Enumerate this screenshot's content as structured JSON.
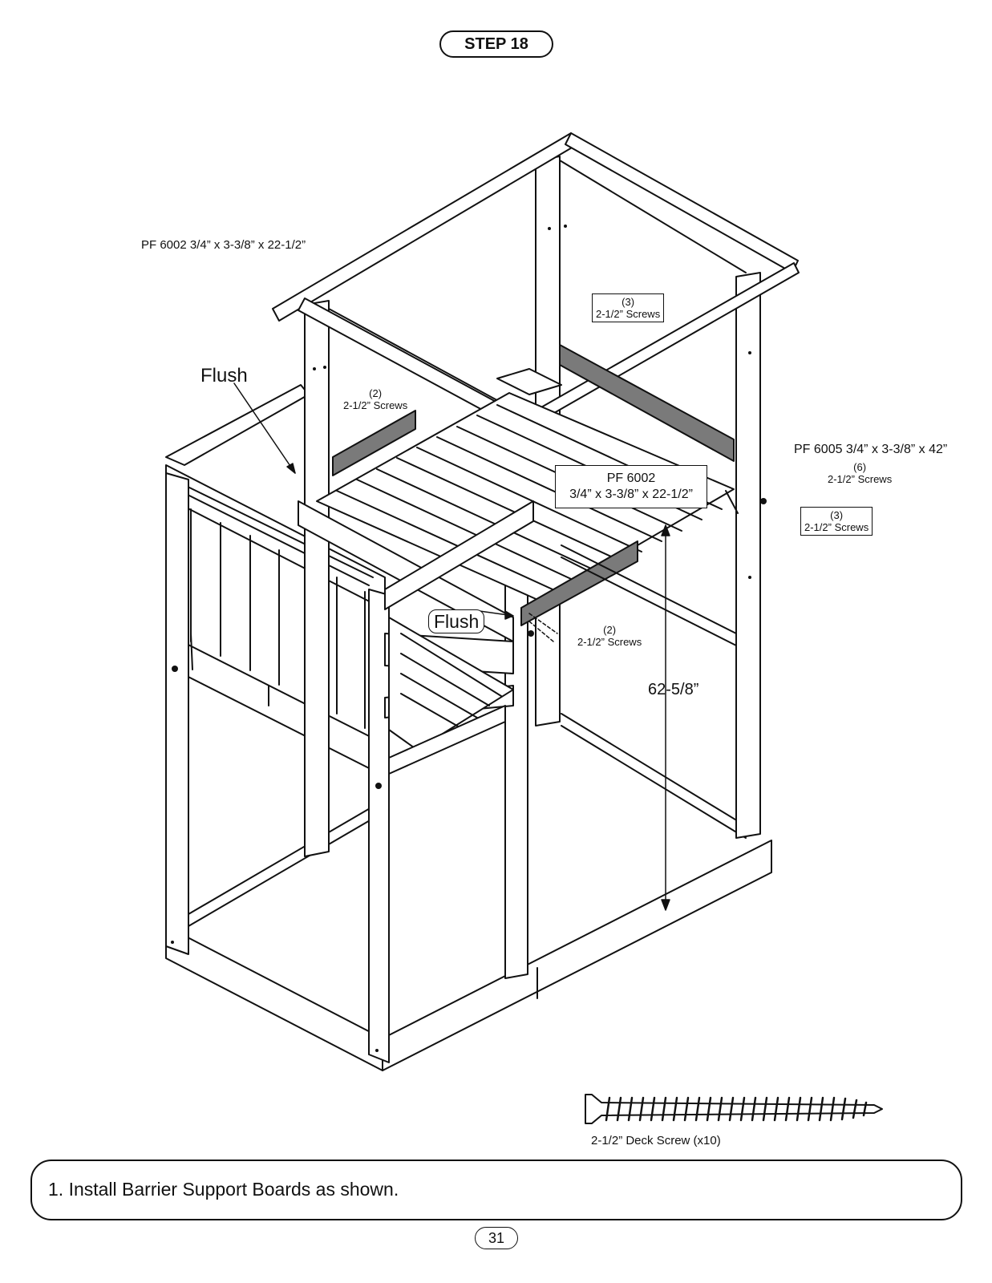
{
  "header": {
    "step": "STEP 18"
  },
  "labels": {
    "pf6002_top": "PF 6002 3/4” x 3-3/8” x 22-1/2”",
    "flush_upper": "Flush",
    "flush_lower": "Flush",
    "screws_center": {
      "count": "(3)",
      "text": "2-1/2” Screws"
    },
    "screws_left": {
      "count": "(2)",
      "text": "2-1/2” Screws"
    },
    "pf6005": "PF 6005 3/4” x 3-3/8” x 42”",
    "screws_right_six": {
      "count": "(6)",
      "text": "2-1/2” Screws"
    },
    "pf6002_box": {
      "line1": "PF 6002",
      "line2": "3/4” x 3-3/8” x 22-1/2”"
    },
    "screws_right_three": {
      "count": "(3)",
      "text": "2-1/2” Screws"
    },
    "screws_lower": {
      "count": "(2)",
      "text": "2-1/2” Screws"
    },
    "height": "62-5/8”"
  },
  "hardware": {
    "caption": "2-1/2” Deck Screw (x10)"
  },
  "instructions": {
    "text": "1. Install Barrier Support Boards as shown."
  },
  "footer": {
    "page": "31"
  },
  "colors": {
    "line": "#111111",
    "highlight_board": "#7a7a7a"
  }
}
